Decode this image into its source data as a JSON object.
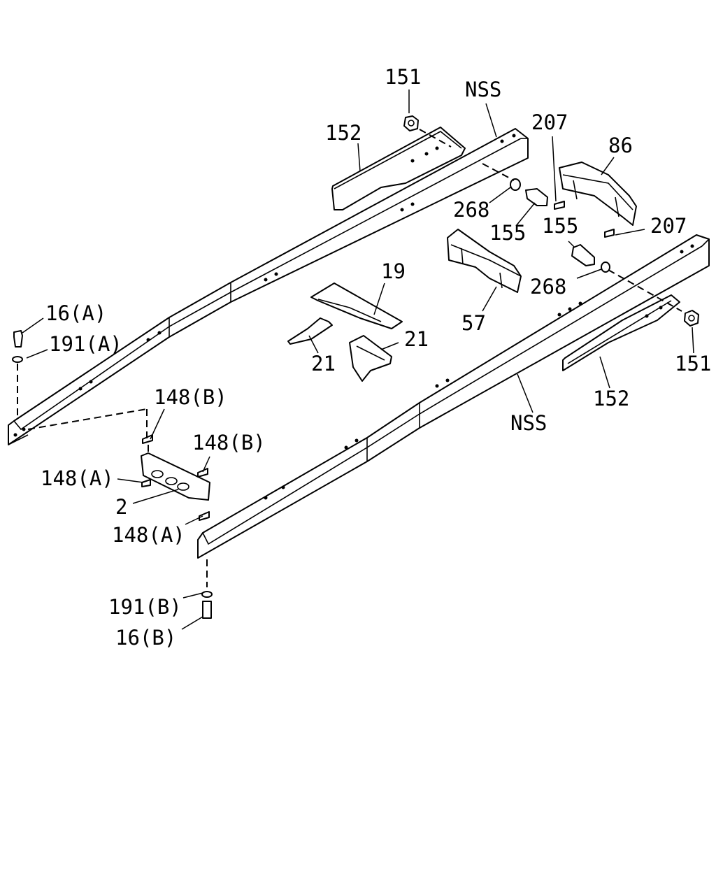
{
  "labels": {
    "l151_top": "151",
    "nss_top": "NSS",
    "l207_top": "207",
    "l152_top": "152",
    "l86": "86",
    "l268_top": "268",
    "l155_left": "155",
    "l155_right": "155",
    "l207_right": "207",
    "l19": "19",
    "l268_right": "268",
    "l16a": "16(A)",
    "l57": "57",
    "l191a": "191(A)",
    "l21_right": "21",
    "l21_left": "21",
    "l151_right": "151",
    "l148b_top": "148(B)",
    "l152_bottom": "152",
    "nss_bottom": "NSS",
    "l148b_mid": "148(B)",
    "l148a_left": "148(A)",
    "l2": "2",
    "l148a_bottom": "148(A)",
    "l191b": "191(B)",
    "l16b": "16(B)"
  }
}
